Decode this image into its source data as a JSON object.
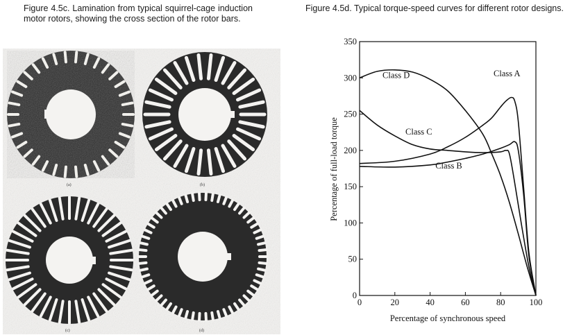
{
  "captions": {
    "left": "Figure 4.5c. Lamination from typical squirrel-cage induction motor rotors, showing the cross section of the rotor bars.",
    "right": "Figure 4.5d. Typical torque-speed curves for different rotor designs."
  },
  "photo": {
    "sublabels": [
      "(a)",
      "(b)",
      "(c)",
      "(d)"
    ]
  },
  "chart_data": {
    "type": "line",
    "xlabel": "Percentage of synchronous speed",
    "ylabel": "Percentage of full-load torque",
    "xlim": [
      0,
      100
    ],
    "ylim": [
      0,
      350
    ],
    "xticks": [
      0,
      20,
      40,
      60,
      80,
      100
    ],
    "yticks": [
      0,
      50,
      100,
      150,
      200,
      250,
      300,
      350
    ],
    "grid": false,
    "series": [
      {
        "name": "Class A",
        "x": [
          0,
          20,
          40,
          50,
          60,
          70,
          75,
          80,
          83,
          86,
          88,
          90,
          93,
          96,
          100
        ],
        "y": [
          182,
          185,
          195,
          205,
          218,
          235,
          245,
          260,
          268,
          273,
          268,
          240,
          150,
          60,
          0
        ]
      },
      {
        "name": "Class B",
        "x": [
          0,
          20,
          40,
          50,
          60,
          70,
          80,
          85,
          88,
          90,
          93,
          96,
          100
        ],
        "y": [
          178,
          177,
          180,
          184,
          189,
          195,
          203,
          208,
          212,
          200,
          140,
          55,
          0
        ]
      },
      {
        "name": "Class C",
        "x": [
          0,
          10,
          20,
          30,
          40,
          50,
          60,
          70,
          80,
          83,
          85,
          88,
          92,
          96,
          100
        ],
        "y": [
          255,
          235,
          220,
          208,
          202,
          200,
          198,
          197,
          198,
          200,
          195,
          155,
          95,
          40,
          0
        ]
      },
      {
        "name": "Class D",
        "x": [
          0,
          10,
          20,
          30,
          40,
          50,
          60,
          70,
          75,
          80,
          85,
          90,
          95,
          100
        ],
        "y": [
          300,
          309,
          311,
          308,
          298,
          282,
          255,
          222,
          195,
          165,
          128,
          85,
          40,
          0
        ]
      }
    ]
  }
}
